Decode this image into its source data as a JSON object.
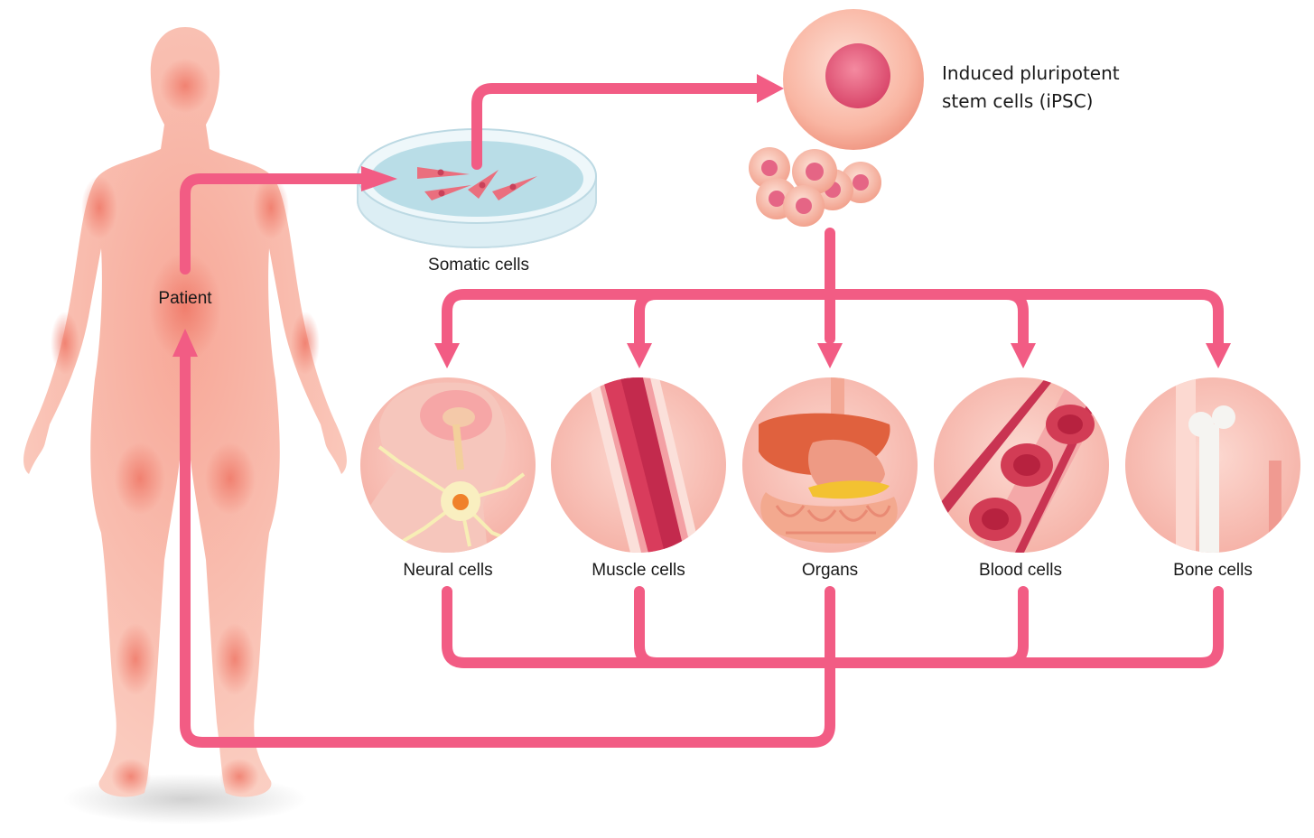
{
  "labels": {
    "patient": "Patient",
    "somatic": "Somatic cells",
    "ipsc_line1": "Induced pluripotent",
    "ipsc_line2": "stem cells (iPSC)"
  },
  "cell_types": [
    {
      "label": "Neural cells",
      "icon": "neural-cell-illustration"
    },
    {
      "label": "Muscle cells",
      "icon": "muscle-fiber-illustration"
    },
    {
      "label": "Organs",
      "icon": "organs-illustration"
    },
    {
      "label": "Blood cells",
      "icon": "blood-vessel-illustration"
    },
    {
      "label": "Bone cells",
      "icon": "bone-illustration"
    }
  ],
  "colors": {
    "arrow": "#f25c84",
    "skin": "#f9b6a6",
    "skin_dark": "#f08874",
    "circle_bg": "#f9c8c0",
    "dish": "#c9e6ee"
  }
}
